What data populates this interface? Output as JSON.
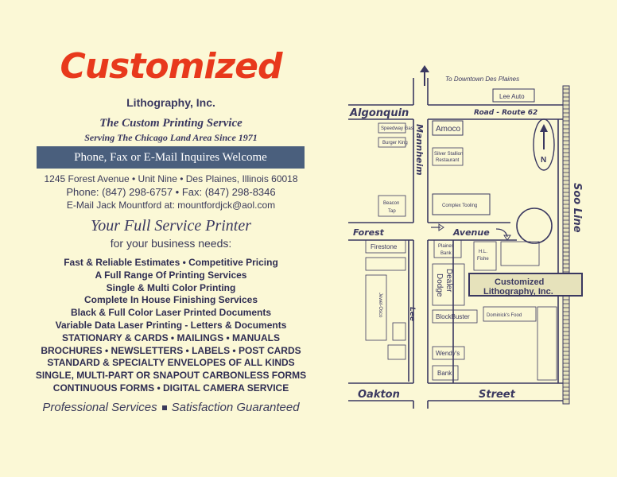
{
  "brand": {
    "name": "Customized",
    "subtitle": "Lithography, Inc.",
    "tagline": "The Custom Printing Service",
    "serving": "Serving The Chicago Land Area Since 1971"
  },
  "banner": "Phone, Fax or E-Mail Inquires Welcome",
  "contact": {
    "address": "1245 Forest Avenue • Unit Nine • Des Plaines, Illinois 60018",
    "phone": "Phone: (847) 298-6757 • Fax: (847) 298-8346",
    "email": "E-Mail Jack Mountford at: mountfordjck@aol.com"
  },
  "headline": "Your Full Service Printer",
  "subhead": "for your business needs:",
  "services": [
    "Fast & Reliable Estimates • Competitive Pricing",
    "A Full Range Of Printing Services",
    "Single & Multi Color  Printing",
    "Complete In House Finishing Services",
    "Black & Full Color Laser Printed Documents",
    "Variable Data Laser Printing - Letters & Documents",
    "STATIONARY & CARDS • MAILINGS • MANUALS",
    "BROCHURES • NEWSLETTERS • LABELS • POST CARDS",
    "STANDARD & SPECIALTY ENVELOPES OF ALL KINDS",
    "SINGLE, MULTI-PART OR SNAPOUT CARBONLESS FORMS",
    "CONTINUOUS FORMS • DIGITAL CAMERA SERVICE"
  ],
  "footer": {
    "left": "Professional Services",
    "right": "Satisfaction Guaranteed"
  },
  "map": {
    "to_downtown": "To Downtown Des Plaines",
    "lee_auto": "Lee Auto",
    "algonquin": "Algonquin",
    "road_route": "Road - Route 62",
    "speedway": "Speedway Gas",
    "burger_king": "Burger King",
    "amoco": "Amoco",
    "silver_stallion": "Silver Stallion",
    "restaurant": "Restaurant",
    "mannheim": "Mannheim",
    "north": "N",
    "soo_line": "Soo Line",
    "beacon": "Beacon",
    "tap": "Tap",
    "complex_tooling": "Complex Tooling",
    "forest": "Forest",
    "avenue": "Avenue",
    "firestone": "Firestone",
    "plaines": "Plaines",
    "bank": "Bank",
    "hl": "H.L.",
    "fishe": "Fishe",
    "dodge": "Dodge",
    "dealer": "Dealer",
    "jewel_osco": "Jewel-Osco",
    "lee": "Lee",
    "customized": "Customized",
    "lithography": "Lithography, Inc.",
    "blockbuster": "BlockBuster",
    "dominicks": "Dominick's Food",
    "wendys": "Wendy's",
    "bank2": "Bank",
    "oakton": "Oakton",
    "street": "Street"
  }
}
